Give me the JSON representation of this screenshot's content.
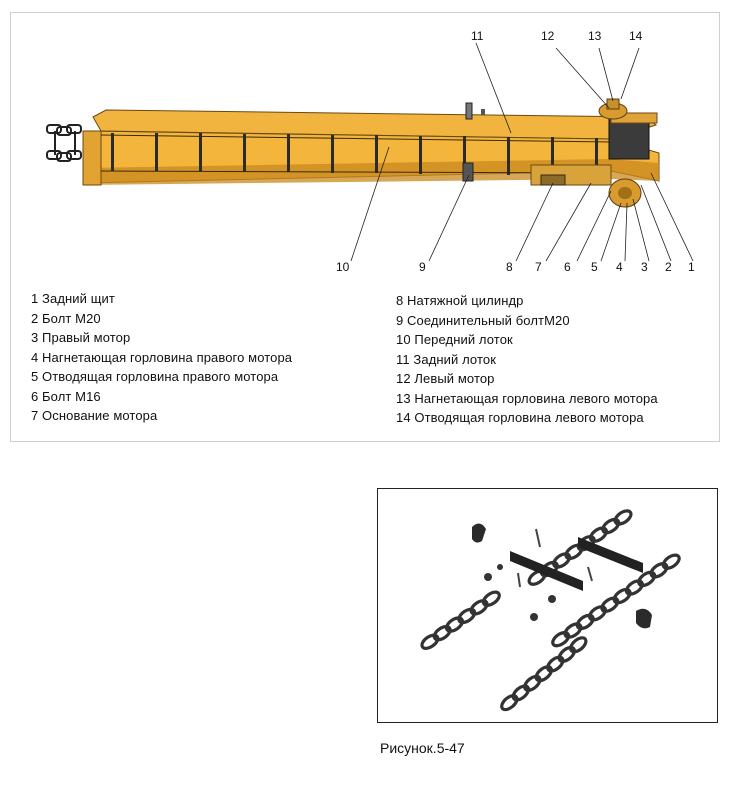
{
  "callouts": [
    "1",
    "2",
    "3",
    "4",
    "5",
    "6",
    "7",
    "8",
    "9",
    "10",
    "11",
    "12",
    "13",
    "14"
  ],
  "legend_left": [
    "1 Задний щит",
    "2 Болт M20",
    "3 Правый мотор",
    "4 Нагнетающая горловина правого мотора",
    "5 Отводящая горловина правого мотора",
    "6 Болт M16",
    "7 Основание мотора"
  ],
  "legend_right": [
    "8 Натяжной цилиндр",
    "9 Соединительный болтM20",
    "10 Передний лоток",
    "11 Задний лоток",
    "12 Левый мотор",
    "13 Нагнетающая горловина левого мотора",
    "14 Отводящая горловина левого мотора"
  ],
  "caption": "Рисунок.5-47",
  "colors": {
    "conveyor": "#f2b23a",
    "conveyor_dark": "#c9861a",
    "frame": "#2a2a2a"
  }
}
